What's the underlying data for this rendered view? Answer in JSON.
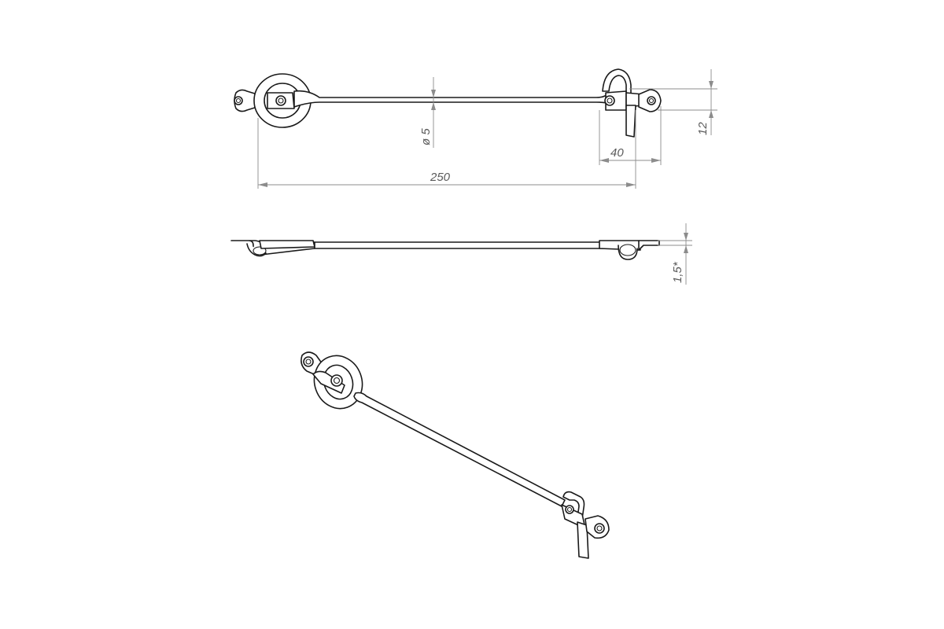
{
  "dimensions": {
    "rod_diameter": "ø 5",
    "total_length": "250",
    "hook_offset": "40",
    "eye_height": "12",
    "sheet_thickness": "1,5*"
  }
}
